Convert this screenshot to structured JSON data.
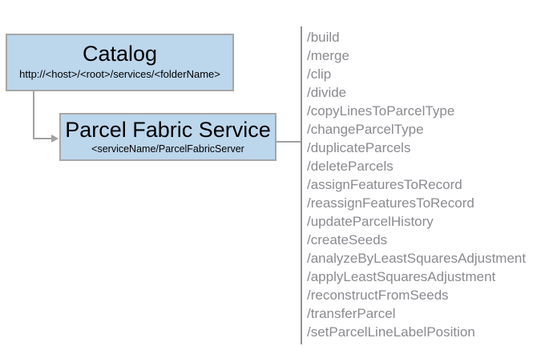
{
  "catalog_box": {
    "title": "Catalog",
    "subtitle": "http://<host>/<root>/services/<folderName>"
  },
  "service_box": {
    "title": "Parcel Fabric Service",
    "subtitle": "<serviceName/ParcelFabricServer"
  },
  "endpoints": [
    "/build",
    "/merge",
    "/clip",
    "/divide",
    "/copyLinesToParcelType",
    "/changeParcelType",
    "/duplicateParcels",
    "/deleteParcels",
    "/assignFeaturesToRecord",
    "/reassignFeaturesToRecord",
    "/updateParcelHistory",
    "/createSeeds",
    "/analyzeByLeastSquaresAdjustment",
    "/applyLeastSquaresAdjustment",
    "/reconstructFromSeeds",
    "/transferParcel",
    "/setParcelLineLabelPosition"
  ],
  "colors": {
    "box_fill": "#bcd6ec",
    "box_border": "#a6a6a6",
    "connector": "#a0a0a0",
    "divider_line": "#919191",
    "endpoint_text": "#8a8a90",
    "title_text": "#000000"
  }
}
